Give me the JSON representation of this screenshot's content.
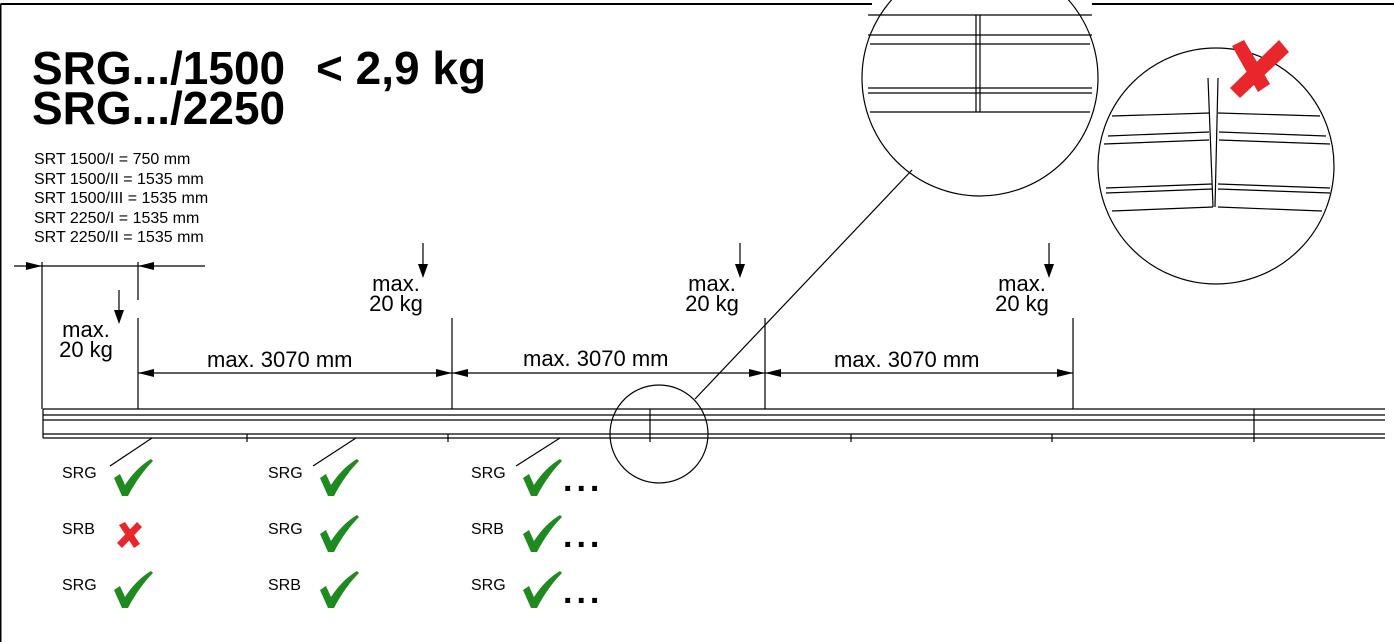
{
  "title": {
    "line1": "SRG.../1500",
    "weight": "< 2,9 kg",
    "line2": "SRG.../2250"
  },
  "specs": [
    "SRT 1500/I = 750 mm",
    "SRT 1500/II = 1535 mm",
    "SRT 1500/III = 1535 mm",
    "SRT 2250/I = 1535 mm",
    "SRT 2250/II = 1535 mm"
  ],
  "loads": [
    {
      "max": "max.",
      "value": "20 kg"
    },
    {
      "max": "max.",
      "value": "20 kg"
    },
    {
      "max": "max.",
      "value": "20 kg"
    },
    {
      "max": "max.",
      "value": "20 kg"
    }
  ],
  "spans": [
    "max. 3070 mm",
    "max. 3070 mm",
    "max. 3070 mm"
  ],
  "combinations": {
    "columns": [
      {
        "rows": [
          {
            "label": "SRG",
            "status": "ok"
          },
          {
            "label": "SRB",
            "status": "fail"
          },
          {
            "label": "SRG",
            "status": "ok"
          }
        ]
      },
      {
        "rows": [
          {
            "label": "SRG",
            "status": "ok"
          },
          {
            "label": "SRG",
            "status": "ok"
          },
          {
            "label": "SRB",
            "status": "ok"
          }
        ]
      },
      {
        "rows": [
          {
            "label": "SRG",
            "status": "ok",
            "more": "..."
          },
          {
            "label": "SRB",
            "status": "ok",
            "more": "..."
          },
          {
            "label": "SRG",
            "status": "ok",
            "more": "..."
          }
        ]
      }
    ]
  },
  "colors": {
    "ok": "#1f8a1f",
    "fail": "#e8262b",
    "line": "#000000"
  },
  "icons": {
    "ok": "check-icon",
    "fail": "cross-icon"
  }
}
